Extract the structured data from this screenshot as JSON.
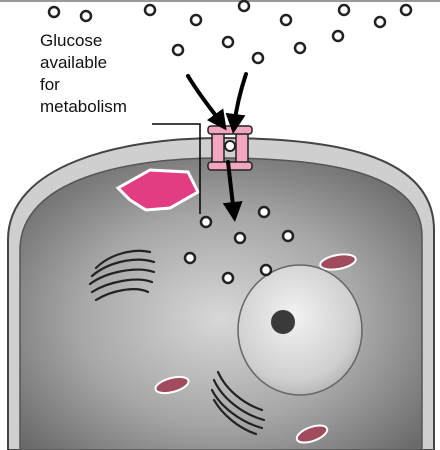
{
  "label": {
    "lines": [
      "Glucose",
      "available",
      "for",
      "metabolism"
    ]
  },
  "colors": {
    "cytoplasm": "#7c7c7c",
    "membrane": "#cfcfcf",
    "transporter": "#f3a6bf",
    "rough_er": "#e23d83",
    "organelle": "#a04b5e",
    "nucleus": "#d6d6d6",
    "nucleolus": "#3a3a3a"
  },
  "icons": {
    "glucose": "glucose-molecule-icon",
    "transporter": "glucose-transporter-icon",
    "arrow": "flow-arrow-icon"
  }
}
